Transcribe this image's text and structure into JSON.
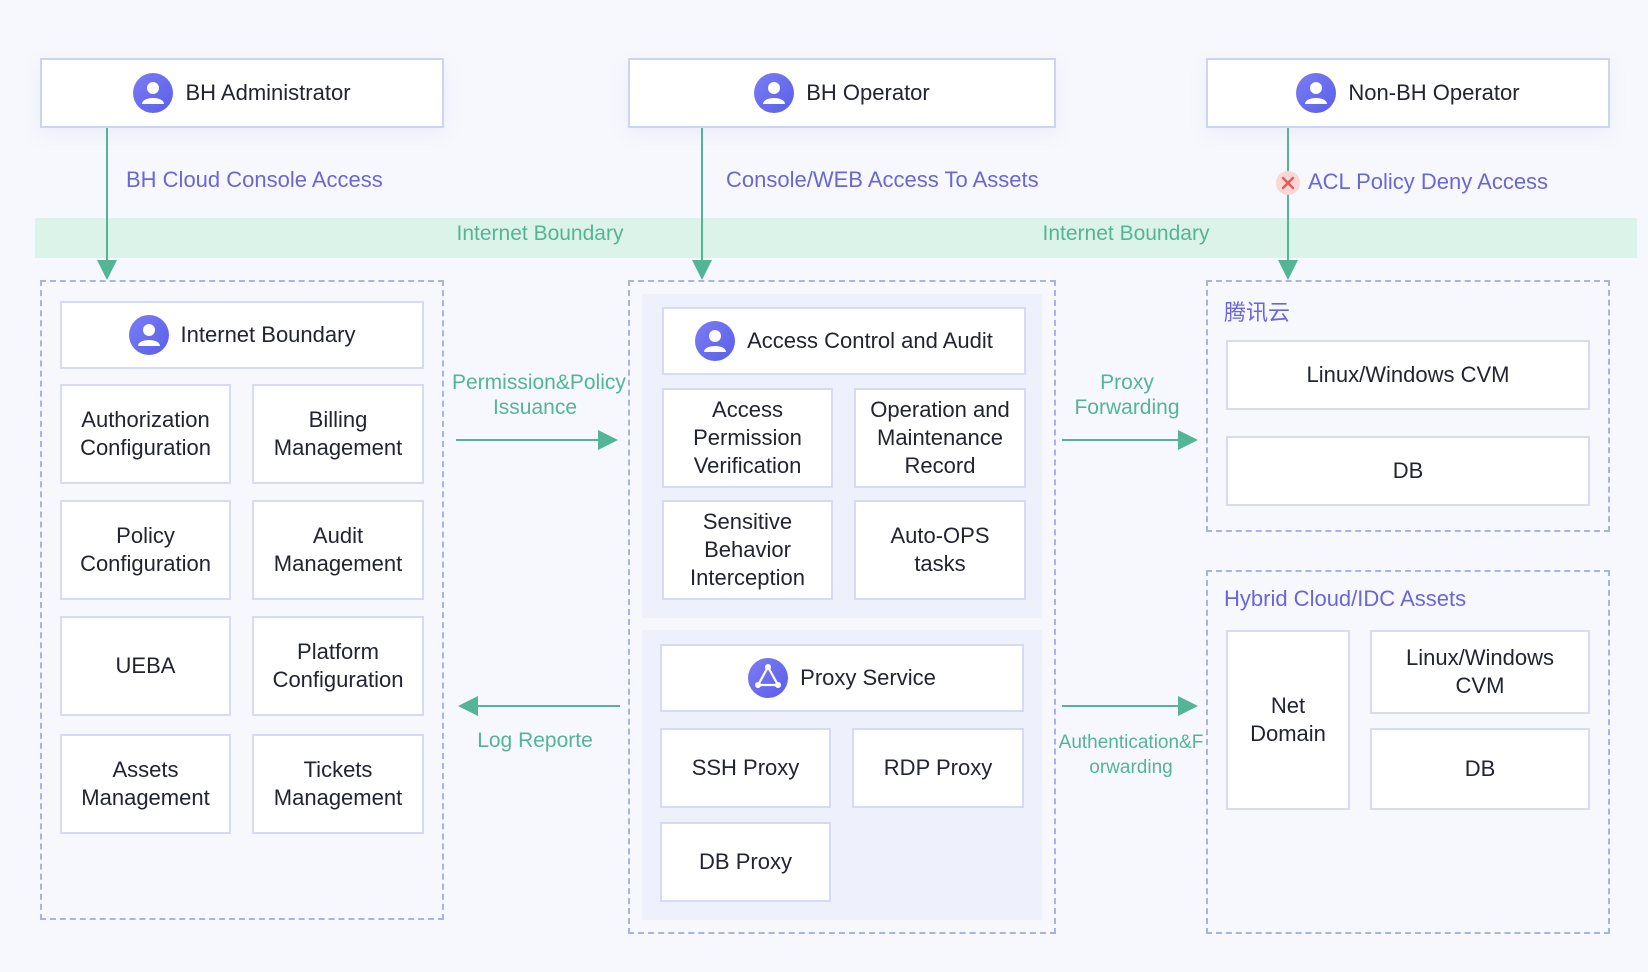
{
  "actors": {
    "admin": "BH Administrator",
    "operator": "BH Operator",
    "non_operator": "Non-BH Operator"
  },
  "access_labels": {
    "console": "BH Cloud Console Access",
    "web": "Console/WEB Access To Assets",
    "deny": "ACL Policy Deny Access"
  },
  "boundary": {
    "left": "Internet Boundary",
    "right": "Internet Boundary"
  },
  "left_panel": {
    "title": "Internet Boundary",
    "items": [
      "Authorization Configuration",
      "Billing Management",
      "Policy Configuration",
      "Audit Management",
      "UEBA",
      "Platform Configuration",
      "Assets Management",
      "Tickets Management"
    ]
  },
  "flows": {
    "permission": "Permission&Policy Issuance",
    "log": "Log Reporte",
    "proxy_forwarding": "Proxy Forwarding",
    "auth_forwarding": "Authentication&Forwarding"
  },
  "access_control": {
    "title": "Access Control and Audit",
    "items": [
      "Access Permission Verification",
      "Operation and Maintenance Record",
      "Sensitive Behavior Interception",
      "Auto-OPS tasks"
    ]
  },
  "proxy_service": {
    "title": "Proxy Service",
    "items": [
      "SSH Proxy",
      "RDP Proxy",
      "DB Proxy"
    ]
  },
  "tencent": {
    "title": "腾讯云",
    "items": [
      "Linux/Windows CVM",
      "DB"
    ]
  },
  "hybrid": {
    "title": "Hybrid Cloud/IDC Assets",
    "net_domain": "Net Domain",
    "items": [
      "Linux/Windows CVM",
      "DB"
    ]
  },
  "colors": {
    "accent": "#6a66d6",
    "flow": "#53b596",
    "deny": "#e35a5a",
    "boundary_band": "#dcf3ea"
  }
}
